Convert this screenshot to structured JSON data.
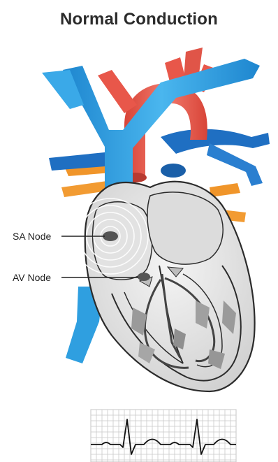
{
  "title": "Normal Conduction",
  "labels": {
    "sa_node": "SA Node",
    "av_node": "AV Node"
  },
  "colors": {
    "vein_blue": "#2f9fe0",
    "vein_dark": "#1f6fc2",
    "aorta_red": "#e8574a",
    "artery_orange": "#f0952a",
    "heart_outline": "#2b2b2b",
    "heart_fill": "#e9e9e9",
    "ecg_grid": "#c8c8c8",
    "ecg_trace": "#111111"
  }
}
